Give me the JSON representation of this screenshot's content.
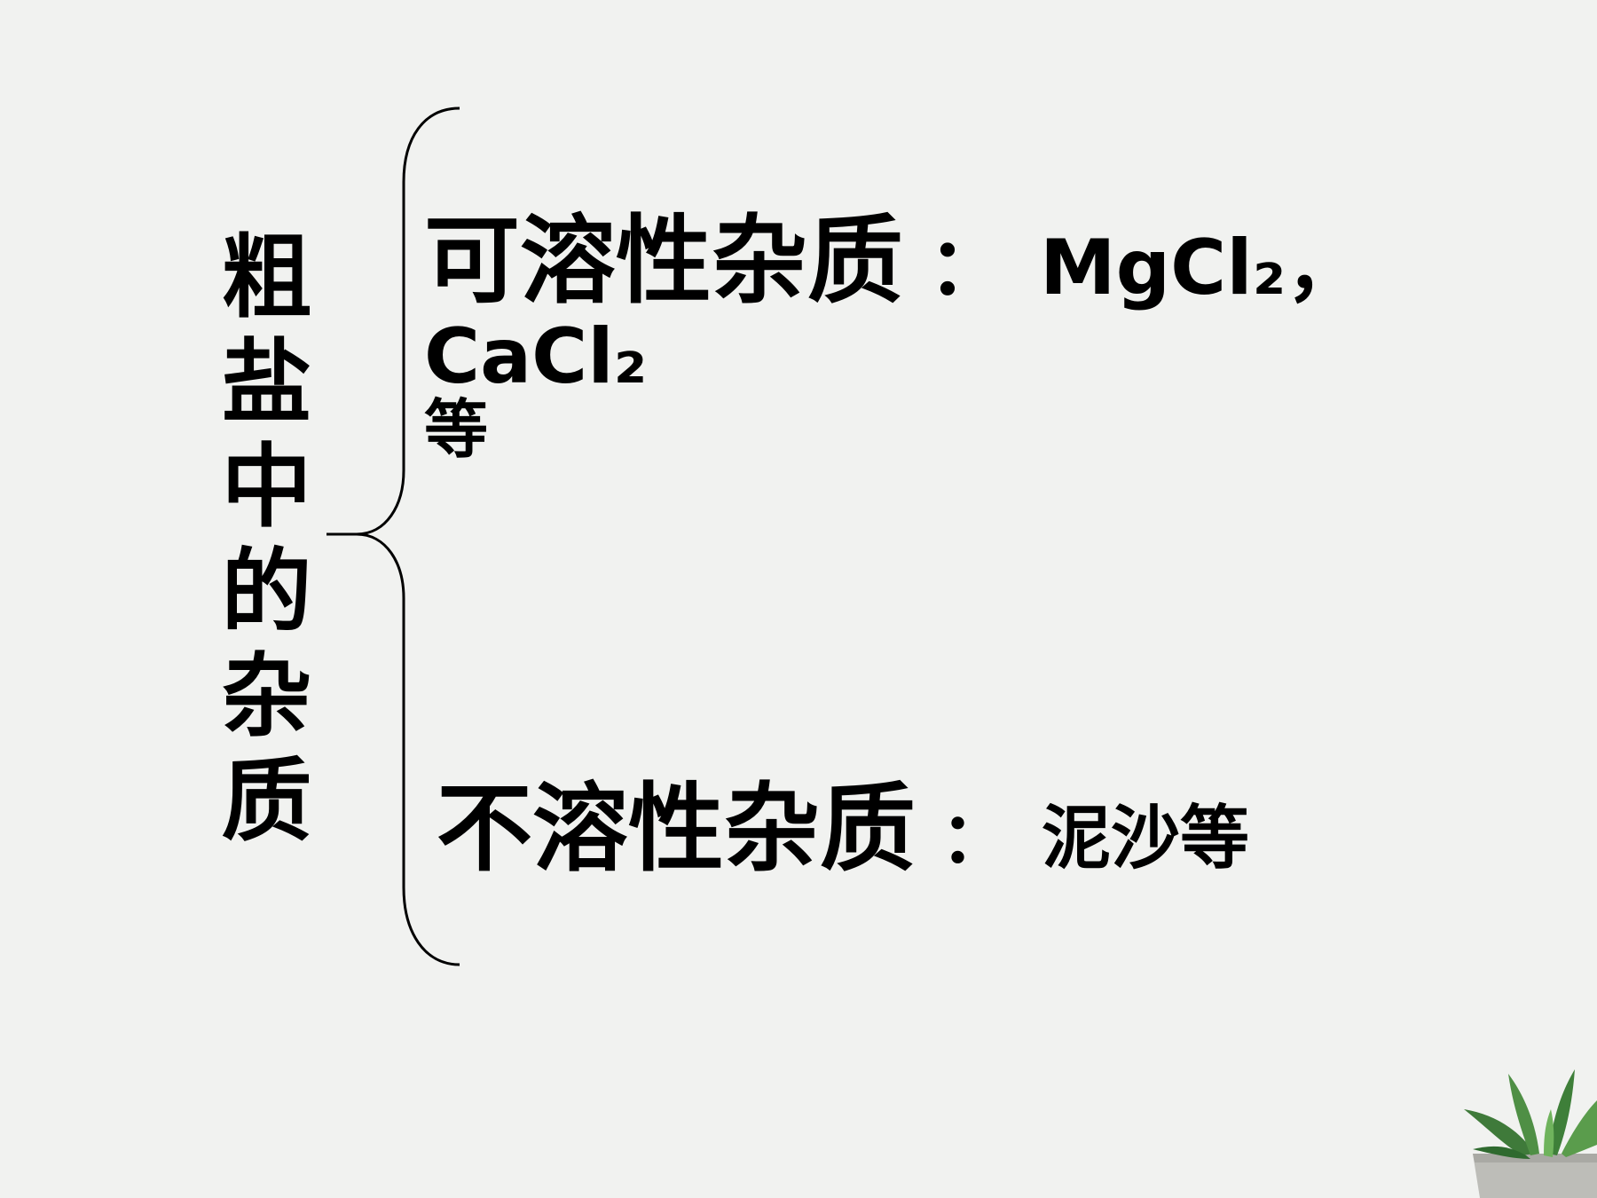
{
  "title": "粗盐中的杂质",
  "soluble": {
    "label": "可溶性杂质",
    "colon": "：",
    "examples": "MgCl₂，CaCl₂",
    "suffix": "等"
  },
  "insoluble": {
    "label": "不溶性杂质",
    "colon": "：",
    "examples": "泥沙等"
  },
  "decoration": {
    "plant_icon": "potted-succulent-icon",
    "background_color": "#f1f2f0"
  }
}
